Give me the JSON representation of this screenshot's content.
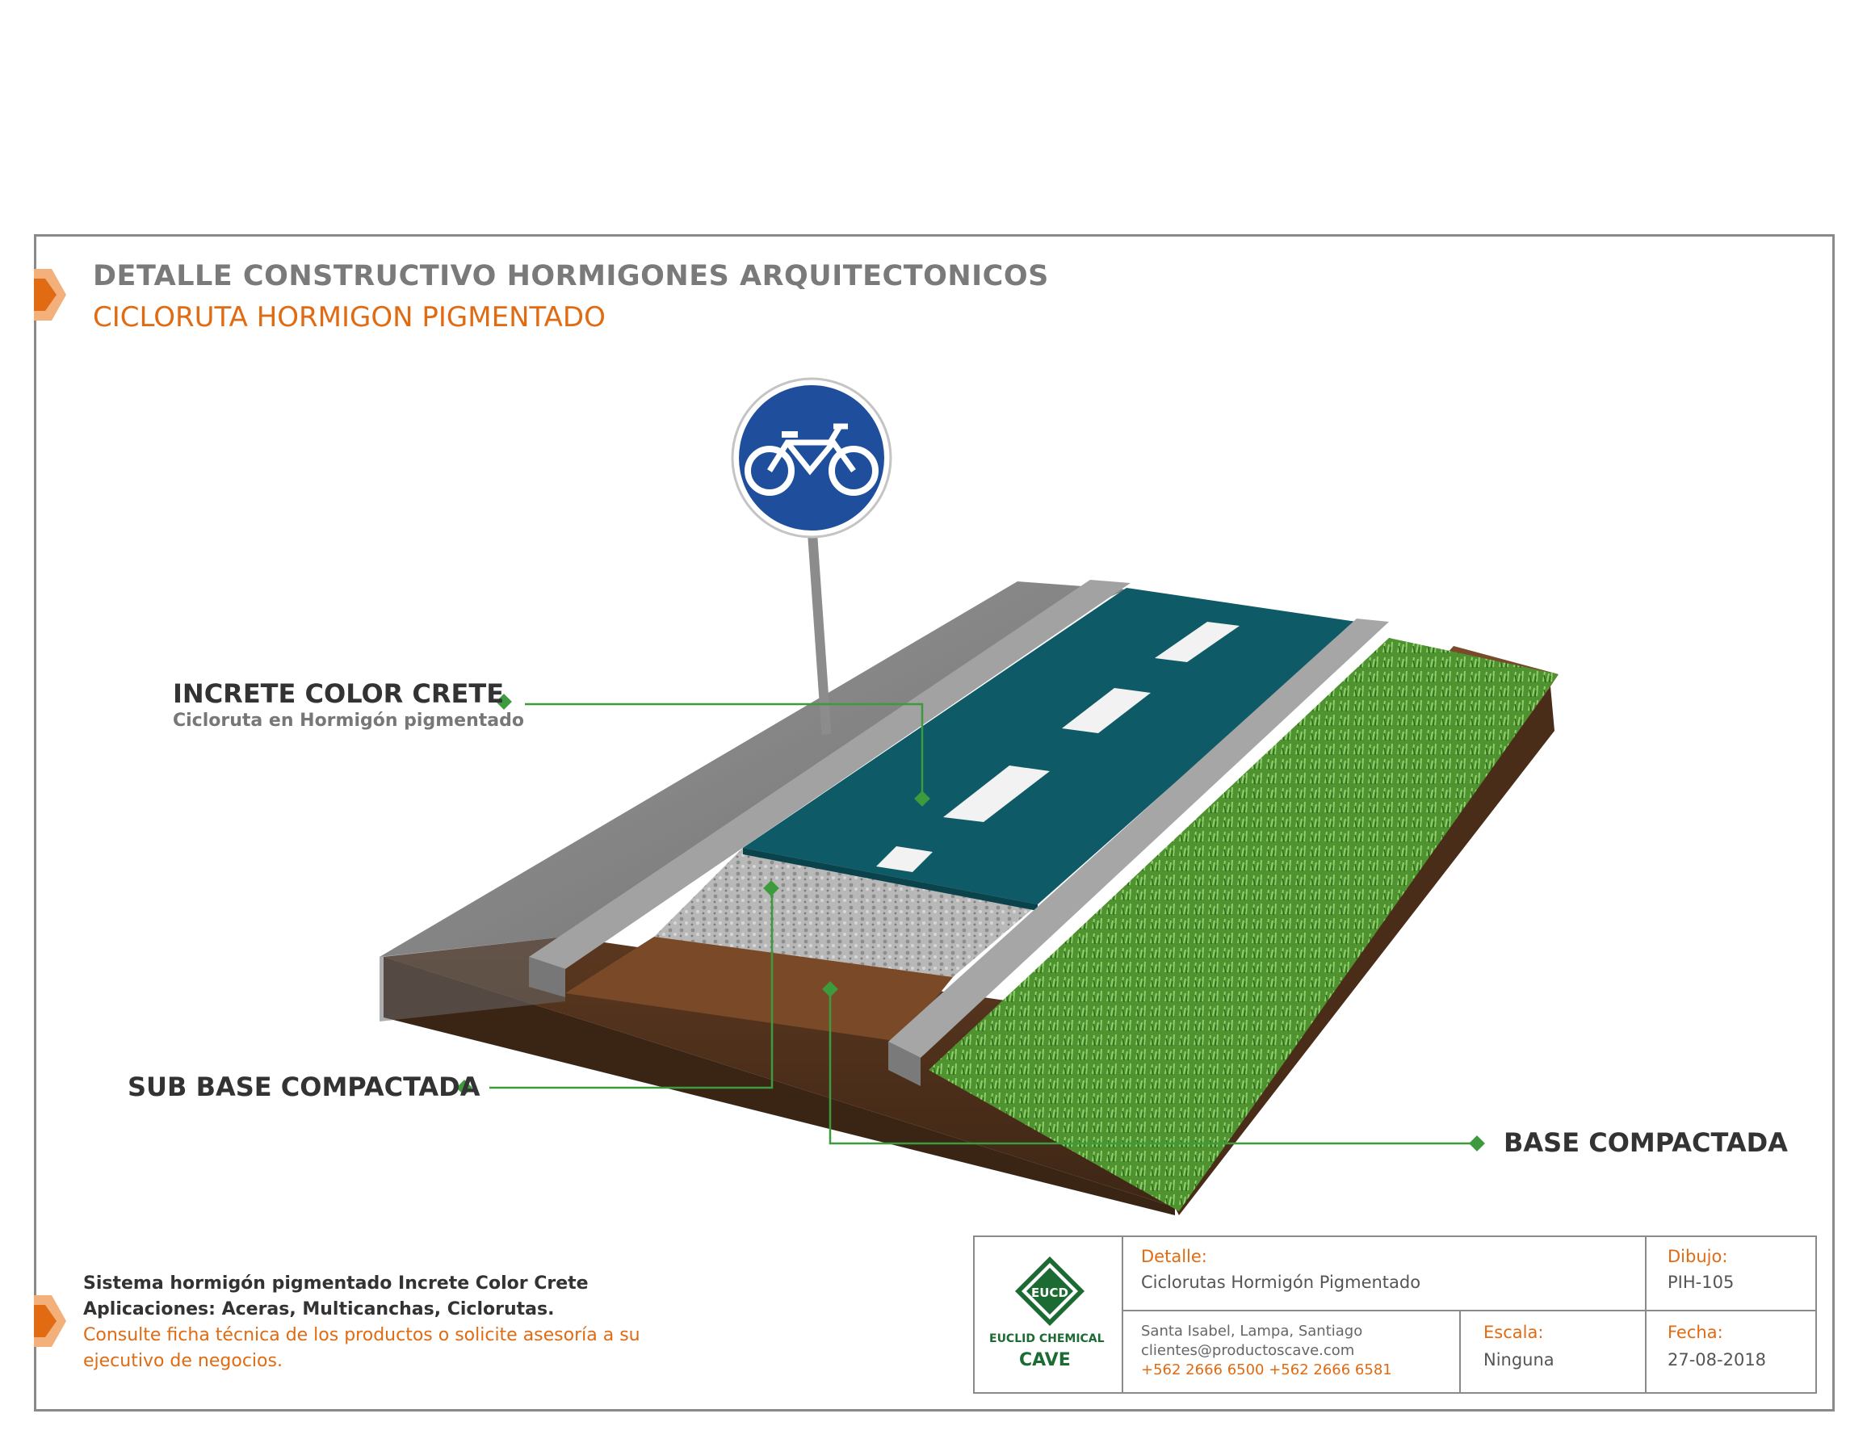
{
  "header": {
    "title": "DETALLE CONSTRUCTIVO HORMIGONES ARQUITECTONICOS",
    "subtitle": "CICLORUTA HORMIGON PIGMENTADO"
  },
  "callouts": {
    "increte_title": "INCRETE COLOR CRETE",
    "increte_sub": "Cicloruta en Hormigón pigmentado",
    "sub_base": "SUB BASE COMPACTADA",
    "base": "BASE COMPACTADA"
  },
  "notes": {
    "line1": "Sistema hormigón pigmentado Increte Color Crete",
    "line2": "Aplicaciones: Aceras, Multicanchas, Ciclorutas.",
    "line3": "Consulte ficha técnica de los productos o solicite asesoría a su",
    "line4": "ejecutivo de negocios."
  },
  "title_block": {
    "company_line1": "EUCLID CHEMICAL",
    "company_line2": "CAVE",
    "detalle_label": "Detalle:",
    "detalle_value": "Ciclorutas Hormigón Pigmentado",
    "dibujo_label": "Dibujo:",
    "dibujo_value": "PIH-105",
    "address": "Santa Isabel, Lampa, Santiago",
    "email": "clientes@productoscave.com",
    "phones": "+562 2666 6500   +562 2666 6581",
    "escala_label": "Escala:",
    "escala_value": "Ninguna",
    "fecha_label": "Fecha:",
    "fecha_value": "27-08-2018"
  },
  "colors": {
    "accent_orange": "#e06b12",
    "callout_green": "#3d9a3d",
    "path_teal": "#0e5a66",
    "concrete": "#8a8a8a",
    "grass": "#4f9a34",
    "soil": "#6b4226",
    "sign_blue": "#1f4e9c"
  },
  "icons": {
    "sign": "bicycle-sign-icon",
    "logo": "euclid-logo-icon"
  }
}
